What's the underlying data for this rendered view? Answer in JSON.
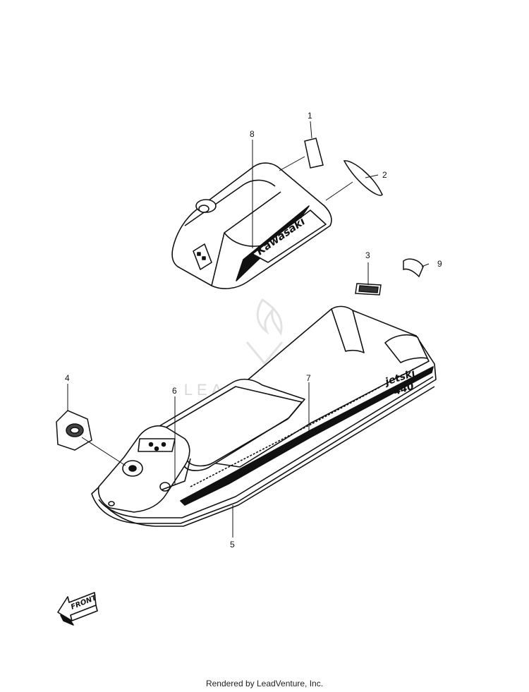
{
  "callouts": [
    {
      "id": "1",
      "text": "1"
    },
    {
      "id": "2",
      "text": "2"
    },
    {
      "id": "3",
      "text": "3"
    },
    {
      "id": "4",
      "text": "4"
    },
    {
      "id": "5",
      "text": "5"
    },
    {
      "id": "6",
      "text": "6"
    },
    {
      "id": "7",
      "text": "7"
    },
    {
      "id": "8",
      "text": "8"
    },
    {
      "id": "9",
      "text": "9"
    }
  ],
  "decals": {
    "hood_brand": "Kawasaki",
    "hull_model_line1": "jetski",
    "hull_model_line2": "440"
  },
  "front_arrow_label": "FRONT",
  "watermark": "LEADVENTURE",
  "footer": "Rendered by LeadVenture, Inc.",
  "colors": {
    "line": "#111111",
    "background": "#ffffff",
    "watermark": "#d9d9d9"
  }
}
